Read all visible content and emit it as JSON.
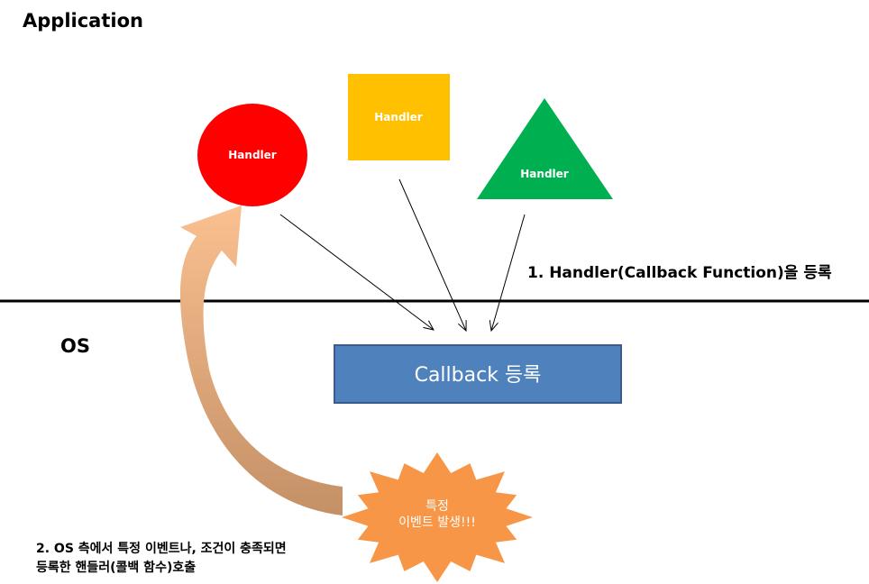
{
  "app_label": "Application",
  "os_label": "OS",
  "handler_circle": "Handler",
  "handler_square": "Handler",
  "handler_triangle": "Handler",
  "step1_label": "1. Handler(Callback Function)을 등록",
  "callback_box_label": "Callback 등록",
  "event_line1": "특정",
  "event_line2": "이벤트 발생!!!",
  "step2_line1": "2. OS 측에서 특정 이벤트나, 조건이 충족되면",
  "step2_line2": "등록한 핸들러(콜백 함수)호출",
  "colors": {
    "circle": "#ff0000",
    "square": "#ffc000",
    "triangle": "#00b050",
    "callback_box": "#4f81bd",
    "callback_box_border": "#385d8a",
    "event_burst": "#f79646",
    "curved_arrow_light": "#fac090",
    "curved_arrow_dark": "#c9966a",
    "divider": "#000000"
  }
}
